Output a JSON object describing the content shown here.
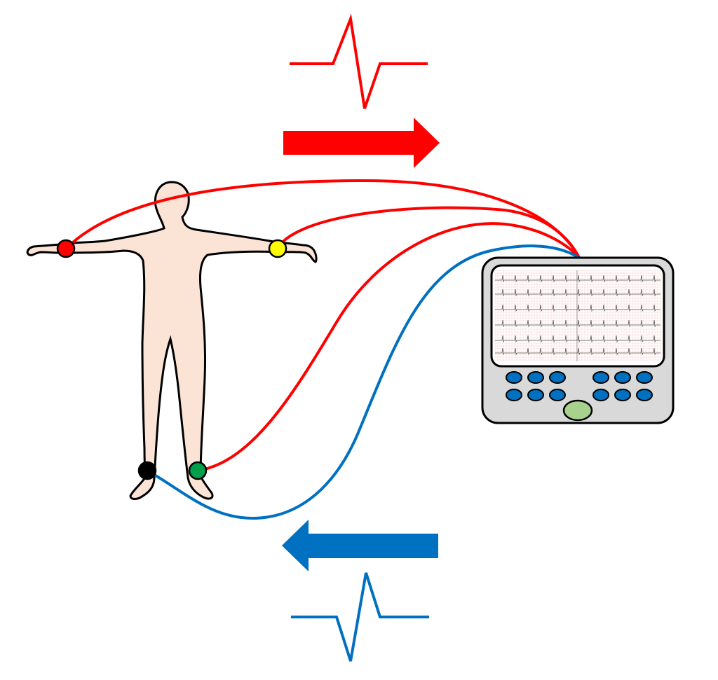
{
  "colors": {
    "signal_out": "#ff0000",
    "signal_return": "#0070c0",
    "skin": "#fbe4d5",
    "outline": "#000000",
    "device_body": "#d9d9d9",
    "device_screen": "#ffffff",
    "ecg_paper_grid": "#f4c7c7",
    "device_button": "#0070c0",
    "device_power_button": "#a9d18e"
  },
  "electrodes": [
    {
      "name": "right-arm",
      "color": "#ff0000"
    },
    {
      "name": "left-arm",
      "color": "#ffff00"
    },
    {
      "name": "left-leg",
      "color": "#00a04b"
    },
    {
      "name": "right-leg",
      "color": "#000000"
    }
  ],
  "arrows": [
    {
      "name": "outgoing",
      "direction": "right",
      "color": "#ff0000"
    },
    {
      "name": "return",
      "direction": "left",
      "color": "#0070c0"
    }
  ],
  "waveforms": [
    {
      "name": "outgoing-pulse",
      "color": "#ff0000"
    },
    {
      "name": "return-pulse",
      "color": "#0070c0"
    }
  ],
  "device": {
    "button_rows": 2,
    "buttons_per_group": 3,
    "button_groups": 2
  }
}
